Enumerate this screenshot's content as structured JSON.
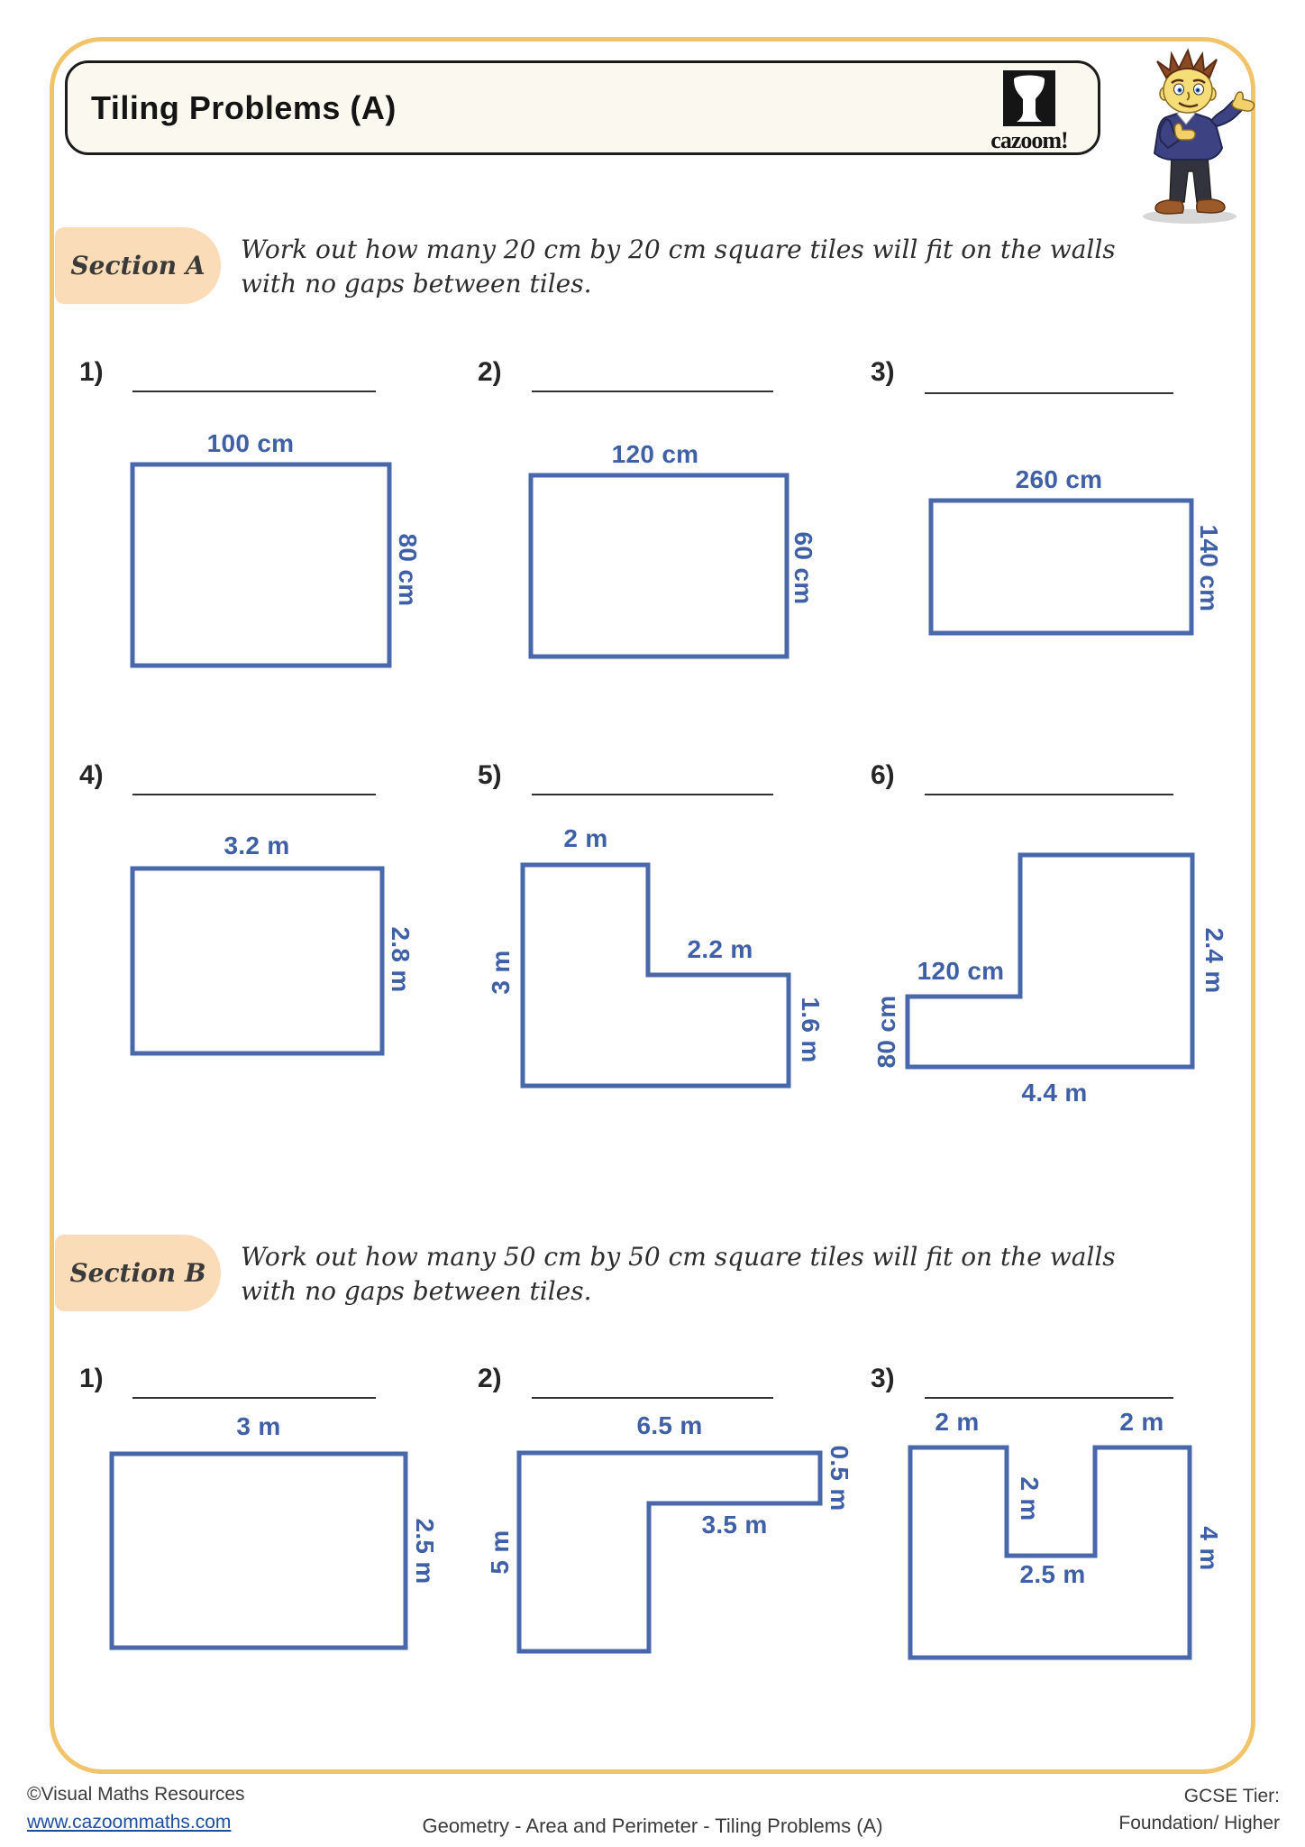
{
  "page": {
    "title": "Tiling Problems (A)",
    "brand": "cazoom!"
  },
  "sections": [
    {
      "label": "Section A",
      "instruction_line1": "Work out how many 20 cm by 20 cm square tiles will fit on the walls",
      "instruction_line2": "with no gaps between tiles.",
      "problems": [
        {
          "number": "1)",
          "shape": "rectangle",
          "labels": {
            "top": "100 cm",
            "right": "80 cm"
          }
        },
        {
          "number": "2)",
          "shape": "rectangle",
          "labels": {
            "top": "120 cm",
            "right": "60 cm"
          }
        },
        {
          "number": "3)",
          "shape": "rectangle",
          "labels": {
            "top": "260 cm",
            "right": "140 cm"
          }
        },
        {
          "number": "4)",
          "shape": "rectangle",
          "labels": {
            "top": "3.2 m",
            "right": "2.8 m"
          }
        },
        {
          "number": "5)",
          "shape": "l-shape",
          "labels": {
            "top": "2 m",
            "left": "3 m",
            "mid": "2.2 m",
            "right": "1.6 m"
          }
        },
        {
          "number": "6)",
          "shape": "l-shape",
          "labels": {
            "step": "120 cm",
            "left": "80 cm",
            "right": "2.4 m",
            "bottom": "4.4 m"
          }
        }
      ]
    },
    {
      "label": "Section B",
      "instruction_line1": "Work out how many 50 cm by 50 cm square tiles will fit on the walls",
      "instruction_line2": "with no gaps between tiles.",
      "problems": [
        {
          "number": "1)",
          "shape": "rectangle",
          "labels": {
            "top": "3 m",
            "right": "2.5 m"
          }
        },
        {
          "number": "2)",
          "shape": "l-shape",
          "labels": {
            "top": "6.5 m",
            "right": "0.5 m",
            "mid": "3.5 m",
            "left": "5 m"
          }
        },
        {
          "number": "3)",
          "shape": "u-shape",
          "labels": {
            "top_left": "2 m",
            "top_right": "2 m",
            "notch": "2 m",
            "notch_bottom": "2.5 m",
            "right": "4 m"
          }
        }
      ]
    }
  ],
  "footer": {
    "copyright": "©Visual Maths Resources",
    "website": "www.cazoommaths.com",
    "center": "Geometry - Area and Perimeter - Tiling Problems (A)",
    "tier_label": "GCSE Tier:",
    "tier_value": "Foundation/ Higher"
  },
  "colors": {
    "shape_stroke": "#4868aa",
    "dimension_label": "#3f60a7",
    "page_border": "#f1c46c",
    "section_box_bg": "#fadcb8",
    "link_blue": "#1d4f9f"
  }
}
